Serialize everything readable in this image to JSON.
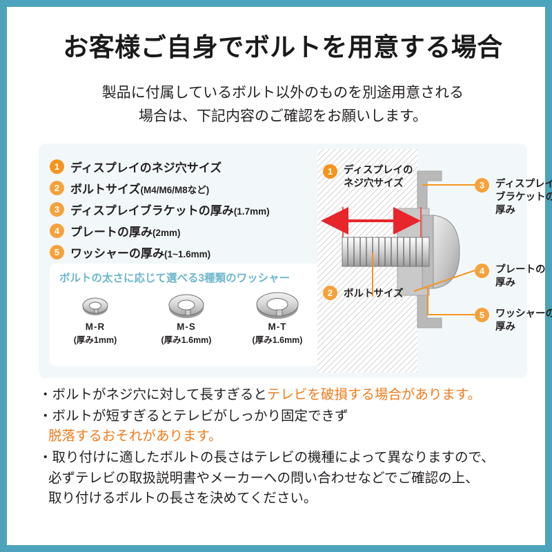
{
  "header": {
    "title": "お客様ご自身でボルトを用意する場合",
    "subtitle_line1": "製品に付属しているボルト以外のものを別途用意される",
    "subtitle_line2": "場合は、下記内容のご確認をお願いします。"
  },
  "checklist": {
    "items": [
      {
        "number": "1",
        "main": "ディスプレイのネジ穴サイズ",
        "note": ""
      },
      {
        "number": "2",
        "main": "ボルトサイズ",
        "note": "(M4/M6/M8など)"
      },
      {
        "number": "3",
        "main": "ディスプレイブラケットの厚み",
        "note": "(1.7mm)"
      },
      {
        "number": "4",
        "main": "プレートの厚み",
        "note": "(2mm)"
      },
      {
        "number": "5",
        "main": "ワッシャーの厚み",
        "note": "(1~1.6mm)"
      }
    ]
  },
  "washer_card": {
    "title": "ボルトの太さに応じて選べる3種類のワッシャー",
    "items": [
      {
        "name": "M-R",
        "thickness": "(厚み1mm)",
        "size": "small"
      },
      {
        "name": "M-S",
        "thickness": "(厚み1.6mm)",
        "size": "medium"
      },
      {
        "name": "M-T",
        "thickness": "(厚み1.6mm)",
        "size": "large"
      }
    ]
  },
  "diagram": {
    "callouts": [
      {
        "number": "1",
        "line1": "ディスプレイの",
        "line2": "ネジ穴サイズ"
      },
      {
        "number": "2",
        "line1": "ボルトサイズ",
        "line2": ""
      },
      {
        "number": "3",
        "line1": "ディスプレイ",
        "line2": "ブラケットの",
        "line3": "厚み"
      },
      {
        "number": "4",
        "line1": "プレートの",
        "line2": "厚み"
      },
      {
        "number": "5",
        "line1": "ワッシャーの",
        "line2": "厚み"
      }
    ]
  },
  "notes": {
    "bullet1_plain": "・ボルトがネジ穴に対して長すぎると",
    "bullet1_highlight": "テレビを破損する場合があります。",
    "bullet2_line1": "・ボルトが短すぎるとテレビがしっかり固定できず",
    "bullet2_line2_highlight": "脱落するおそれがあります。",
    "bullet3_line1": "・取り付けに適したボルトの長さはテレビの機種によって異なりますので、",
    "bullet3_line2": "必ずテレビの取扱説明書やメーカーへの問い合わせなどでご確認の上、",
    "bullet3_line3": "取り付けるボルトの長さを決めてください。"
  },
  "colors": {
    "frame": "#4da3bb",
    "badge_orange": "#f7941e",
    "highlight_orange": "#f07c1b",
    "panel_bg": "#f2f8fa",
    "washer_title": "#6cb6cc",
    "arrow_red": "#e8252a",
    "metal_gray": "#b3b3b3"
  }
}
